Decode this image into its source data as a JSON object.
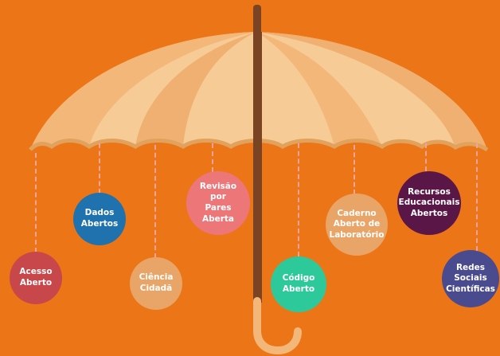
{
  "colors": {
    "background": "#ec7517",
    "canopy_light": "#f7cb95",
    "canopy_mid": "#f3b779",
    "canopy_dark": "#e0a25c",
    "shaft": "#7a4424",
    "handle": "#f3b779"
  },
  "topics": [
    {
      "id": "acesso-aberto",
      "label": "Acesso\nAberto",
      "color": "#c8474b"
    },
    {
      "id": "dados-abertos",
      "label": "Dados\nAbertos",
      "color": "#1f72ad"
    },
    {
      "id": "ciencia-cidada",
      "label": "Ciência\nCidadã",
      "color": "#e9a467"
    },
    {
      "id": "revisao-por-pares-aberta",
      "label": "Revisão por\nPares Aberta",
      "color": "#ed7679"
    },
    {
      "id": "codigo-aberto",
      "label": "Código\nAberto",
      "color": "#2ec99a"
    },
    {
      "id": "caderno-aberto-de-laboratorio",
      "label": "Caderno\nAberto de\nLaboratório",
      "color": "#e9a467"
    },
    {
      "id": "recursos-educacionais-abertos",
      "label": "Recursos\nEducacionais\nAbertos",
      "color": "#5a1647"
    },
    {
      "id": "redes-sociais-cientificas",
      "label": "Redes\nSociais\nCientíficas",
      "color": "#4a4a8e"
    }
  ]
}
